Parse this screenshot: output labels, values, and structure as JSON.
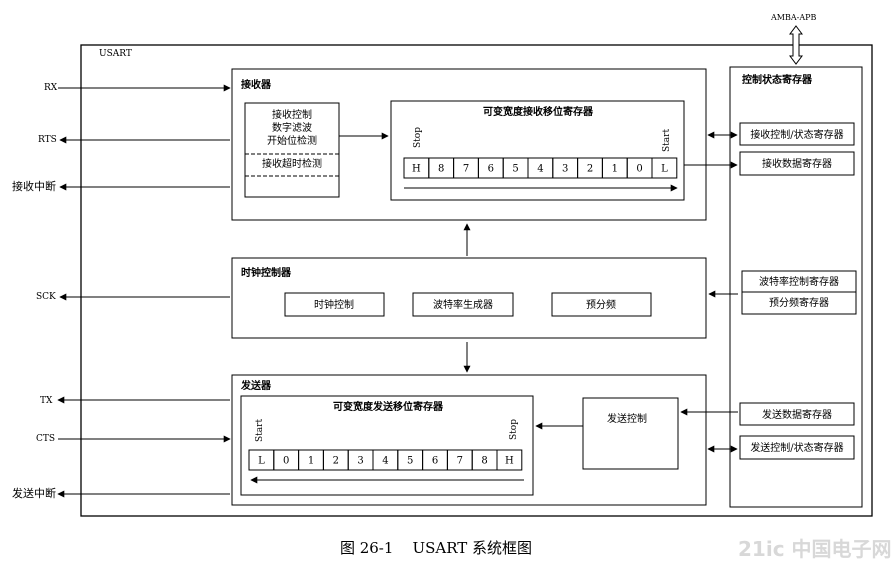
{
  "usart": "USART",
  "amba": "AMBA-APB",
  "signals": {
    "rx": "RX",
    "rts": "RTS",
    "rx_int": "接收中断",
    "sck": "SCK",
    "tx": "TX",
    "cts": "CTS",
    "tx_int": "发送中断"
  },
  "receiver": {
    "title": "接收器",
    "ctrl_lines": [
      "接收控制",
      "数字滤波",
      "开始位检测"
    ],
    "timeout": "接收超时检测",
    "shift_title": "可变宽度接收移位寄存器",
    "stop": "Stop",
    "start": "Start",
    "bits": [
      "H",
      "8",
      "7",
      "6",
      "5",
      "4",
      "3",
      "2",
      "1",
      "0",
      "L"
    ]
  },
  "clock": {
    "title": "时钟控制器",
    "boxes": [
      "时钟控制",
      "波特率生成器",
      "预分频"
    ]
  },
  "transmitter": {
    "title": "发送器",
    "shift_title": "可变宽度发送移位寄存器",
    "start": "Start",
    "stop": "Stop",
    "bits": [
      "L",
      "0",
      "1",
      "2",
      "3",
      "4",
      "5",
      "6",
      "7",
      "8",
      "H"
    ],
    "ctrl": "发送控制"
  },
  "regs": {
    "title": "控制状态寄存器",
    "items": [
      "接收控制/状态寄存器",
      "接收数据寄存器",
      "波特率控制寄存器",
      "预分频寄存器",
      "发送数据寄存器",
      "发送控制/状态寄存器"
    ]
  },
  "caption": "图 26-1    USART 系统框图",
  "watermark": "21ic 中国电子网"
}
